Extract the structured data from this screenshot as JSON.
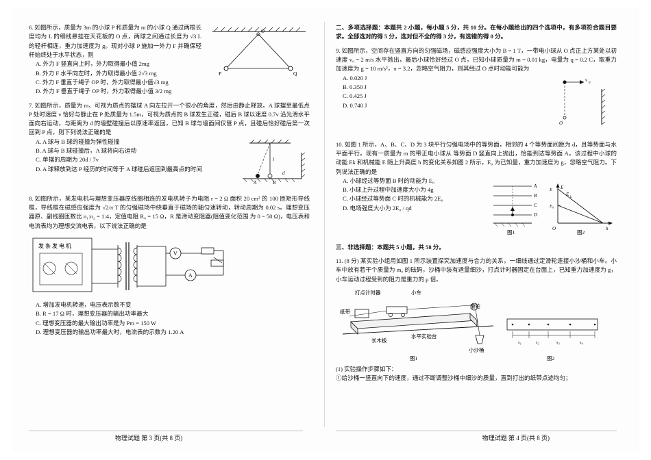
{
  "page": {
    "footer_left": "物理试题  第 3 页(共 8 页)",
    "footer_right": "物理试题  第 4 页(共 8 页)"
  },
  "left_column": {
    "questions": [
      {
        "id": "q6",
        "stem": "6. 如图所示，质量为 3m 的小球 P 和质量为 m 的小球 Q 通过两根长度均为 L 的细线悬挂在天花板的 O 点，两球之间通过长度为 √3 L 的轻杆相连，重力加速度为 g。现对小球 P 施加一外力 F 并确保轻杆始终处于水平状态，则",
        "options": [
          "A. 外力 F 竖直向上时，外力取得最小值 2mg",
          "B. 外力 F 水平向左时，外力取得最小值 2√3 mg",
          "C. 外力 F 垂直于绳子 OP 时，外力取得最小值√3 mg",
          "D. 外力 F 垂直于绳子 OP 时，外力取得最小值 3/2 mg"
        ]
      },
      {
        "id": "q7",
        "stem": "7. 如图所示，质量为 m、可视为质点的摆球 A 向左拉开一个很小的角度，然后由静止释放。A 球摆至最低点 P 处时速度 v 恰好与静止在 P 处质量为 1.5m，可视为质点的 B 球发生正碰，碰后 B 球以速度 0.7v 沿光滑水平面向右运动，与距离为 d 的墙壁碰撞后以原速率返回，已知 B 球与墙面间仅管 P 点，且碰后恰好碰后第一次回到 P 点，则下列说法正确的是",
        "options": [
          "A. A 球与 B 球的碰撞为弹性碰撞",
          "B. A 球与 B 球碰撞后，A 球将向右运动",
          "C. 单摆的周期为 20d / 7v",
          "D. A 球释放到达 P 经历的时间等于 A 球碰后返回到最高点的时间"
        ]
      },
      {
        "id": "q8",
        "stem": "8. 如图所示，某发电机与理想变压器原线圈相连的发电机转子为电阻 r = 2 Ω 面积 20 cm² 的 100 匝矩形导线框，导线框在磁感应强度为 √2/π T 的匀强磁场中绕垂直于磁场的轴匀速转动，转动周期为 0.02 s。理想变压器原、副线圈匝数比 n₁:n₂ = 1:4，定值电阻 R₀ = 15 Ω，R 是滑动变阻器(阻值变化范围 为 0 ~ 50 Ω)，电压表和电流表均为理想交流电表，以下说法正确的是",
        "options": [
          "A. 增加发电机转速，电压表示数不变",
          "B. R = 17 Ω 时，理想变压器的输出功率最大",
          "C. 理想变压器的最大输出功率是为 Pm = 150 W",
          "D. 理想变压器的输出功率最大时，电流表的示数为 1.20 A"
        ],
        "fig_labels": [
          "发 条 发 电 机",
          "V",
          "A",
          "R₀",
          "R"
        ]
      }
    ]
  },
  "right_column": {
    "section2": {
      "title": "二、多项选择题：本题共 2 小题，每小题 5 分，共 10 分。在每小题给出的四个选项中，有多项符合题目要求。全部选对的得 5 分，选对但不全的得 3 分，有选错的得 0 分。",
      "questions": [
        {
          "id": "q9",
          "stem": "9. 如图所示，空间存在竖直方向的匀强磁场，磁感应强度大小为 B = 1 T，一带电小球从 O 点正上方某处以初速度 v₀ = 2 m/s 水平抛出，最后小球恰好经过 O 点，已知小球质量为 m = 0.01 kg，电量为 q = 0.2 C，取重力加速度为 g = 10 m/s²，π = 3.2，忽略空气阻力，则其经过 O 点时动能可能为",
          "options": [
            "A. 0.020 J",
            "B. 0.350 J",
            "C. 0.425 J",
            "D. 0.740 J"
          ]
        },
        {
          "id": "q10",
          "stem": "10. 如图 1 所示，A、B、C、D 为 3 块平行匀强电场中的等势面，相邻的 4 个等势面间距为 d，且等势面与水平面平行。现有一质量为 m 的带正电小球从 等势面 D 竖直向上抛出，恰能到达等势面 A。该过程中小球的动能 Ek 和机械能 E 随上升高度 h 的变化关系如图 2 所示，E₀ 为已知量，重力加速度为 g，忽略空气阻力。下列说法正确的是",
          "options": [
            "A. 小球经过等势面 B 时的动能为 E₀",
            "B. 小球上升过程中加速度大小为 4g",
            "C. 小球经过等势面 C 时的机械能为 2E₀",
            "D. 电场强度大小为 2E₀ / qd"
          ],
          "fig1_labels": [
            "A",
            "B",
            "C",
            "D",
            "图1"
          ],
          "fig2_labels": [
            "E",
            "Ek",
            "E₀",
            "E₀/2",
            "O",
            "h",
            "图2"
          ]
        }
      ]
    },
    "section3": {
      "title": "三、非选择题：本题共 5 小题，共 58 分。",
      "questions": [
        {
          "id": "q11",
          "stem": "11. (8 分) 某实验小组用如图 1 所示装置探究加速度与合力的关系，一细线通过定滑轮连接小沙桶和小车。小车中放有若干个质量为 m₀ 的砝码，沙桶中装有适量细沙，打点计时器固定在台面上，已知重力加速度为 g，小车运动过程受到的阻力是重力的 μ 倍。",
          "fig1_labels": [
            "打点计时器",
            "小车",
            "纸带",
            "滑轮",
            "长木板",
            "水平实验台",
            "小沙桶",
            "图1"
          ],
          "fig2_labels": [
            "s₁",
            "s₂",
            "s₃",
            "s₄",
            "图2"
          ],
          "sub": [
            "(1) 实验操作步骤如下：",
            "①给沙桶一竖直向下的速度，通过不断调整沙桶中细沙的质量，直到打出的纸带点迹均匀；"
          ]
        }
      ]
    }
  }
}
